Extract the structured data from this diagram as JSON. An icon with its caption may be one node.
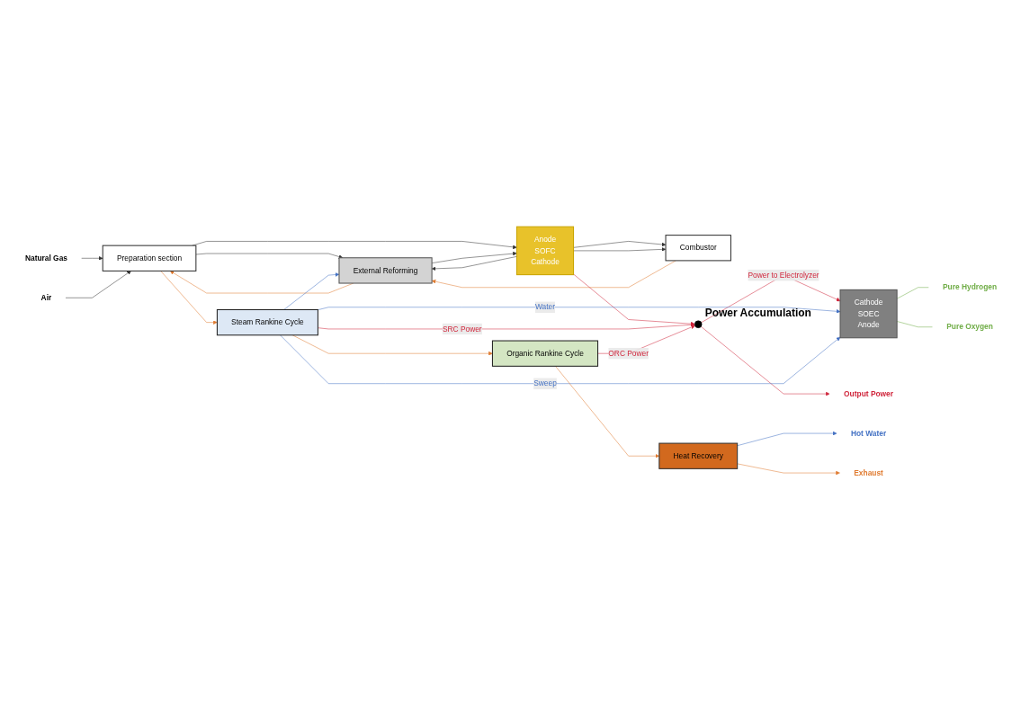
{
  "diagram": {
    "nodes": [
      {
        "text": [
          "Natural Gas"
        ]
      },
      {
        "text": [
          "Air"
        ]
      },
      {
        "text": [
          "Preparation section"
        ]
      },
      {
        "text": [
          "External Reforming"
        ]
      },
      {
        "text": [
          "Anode",
          "SOFC",
          "Cathode"
        ]
      },
      {
        "text": [
          "Combustor"
        ]
      },
      {
        "text": [],
        "shape": "circle",
        "beside": [
          "Power Accumulation"
        ]
      },
      {
        "text": [
          "Steam Rankine Cycle"
        ]
      },
      {
        "text": [
          "Cathode",
          "SOEC",
          "Anode"
        ]
      },
      {
        "text": [
          "Organic Rankine Cycle"
        ]
      },
      {
        "text": [
          "Heat Recovery"
        ]
      },
      {
        "text": [
          "Output Power"
        ]
      },
      {
        "text": [
          "Pure Hydrogen"
        ]
      },
      {
        "text": [
          "Pure Oxygen"
        ]
      },
      {
        "text": [
          "Hot Water"
        ]
      },
      {
        "text": [
          "Exhaust"
        ]
      }
    ],
    "edges": [
      {
        "from": 0,
        "to": 2,
        "arrow": "to"
      },
      {
        "from": 1,
        "to": 2,
        "arrow": "to"
      },
      {
        "from": 2,
        "to": 3,
        "arrow": "to"
      },
      {
        "from": 2,
        "to": 4,
        "arrow": "to"
      },
      {
        "from": 3,
        "to": 4,
        "arrow": "to"
      },
      {
        "from": 4,
        "to": 5,
        "arrow": "to"
      },
      {
        "from": 4,
        "to": 5,
        "arrow": "to"
      },
      {
        "from": 4,
        "to": 3,
        "arrow": "to"
      },
      {
        "from": 5,
        "to": 3,
        "arrow": "to",
        "color": "#e07b30"
      },
      {
        "from": 3,
        "to": 2,
        "arrow": "to",
        "color": "#e07b30"
      },
      {
        "from": 2,
        "to": 7,
        "arrow": "to",
        "color": "#e07b30"
      },
      {
        "from": 4,
        "to": 6,
        "arrow": "to",
        "color": "#d0263c"
      },
      {
        "from": 7,
        "to": 6,
        "arrow": "to",
        "label": "SRC Power",
        "color": "#d0263c"
      },
      {
        "from": 9,
        "to": 6,
        "arrow": "to",
        "label": "ORC Power",
        "color": "#d0263c"
      },
      {
        "from": 6,
        "to": 11,
        "arrow": "to",
        "color": "#d0263c"
      },
      {
        "from": 6,
        "to": 8,
        "arrow": "to",
        "label": "Power to Electrolyzer",
        "color": "#d0263c"
      },
      {
        "from": 7,
        "to": 8,
        "arrow": "to",
        "label": "Water",
        "color": "#4472c4"
      },
      {
        "from": 7,
        "to": 3,
        "arrow": "to",
        "color": "#4472c4"
      },
      {
        "from": 7,
        "to": 8,
        "arrow": "to",
        "label": "Sweep",
        "color": "#4472c4"
      },
      {
        "from": 7,
        "to": 9,
        "arrow": "to",
        "color": "#e07b30"
      },
      {
        "from": 9,
        "to": 10,
        "arrow": "to",
        "color": "#e07b30"
      },
      {
        "from": 10,
        "to": 14,
        "arrow": "to",
        "color": "#4472c4"
      },
      {
        "from": 10,
        "to": 15,
        "arrow": "to",
        "color": "#e07b30"
      },
      {
        "from": 8,
        "to": 12,
        "arrow": "none",
        "color": "#70ad47"
      },
      {
        "from": 8,
        "to": 13,
        "arrow": "none",
        "color": "#70ad47"
      }
    ]
  }
}
